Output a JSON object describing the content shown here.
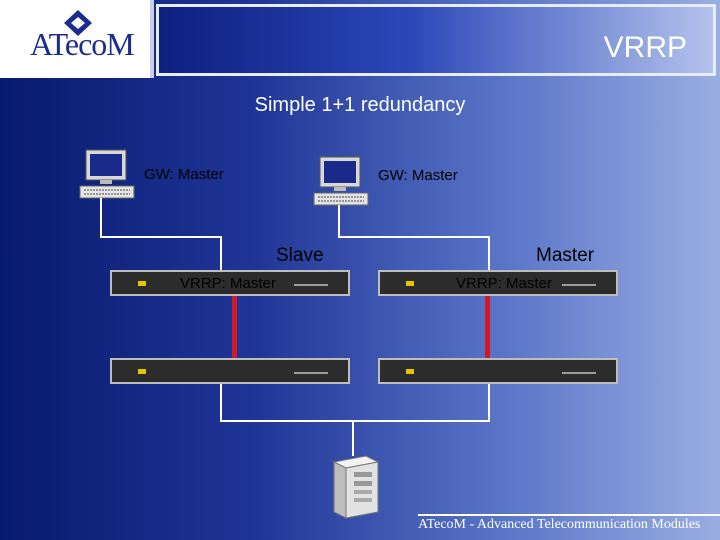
{
  "header": {
    "logo_text": "ATecoM",
    "title": "VRRP"
  },
  "subtitle": "Simple 1+1 redundancy",
  "diagram": {
    "left_pc_label": "GW: Master",
    "right_pc_label": "GW: Master",
    "left_group_role": "Slave",
    "right_group_role": "Master",
    "left_router_label": "VRRP: Master",
    "right_router_label": "VRRP: Master"
  },
  "footer": "ATecoM - Advanced Telecommunication Modules",
  "colors": {
    "link_red": "#d11a26",
    "wire": "#ffffff",
    "background_dark": "#071a6e"
  }
}
